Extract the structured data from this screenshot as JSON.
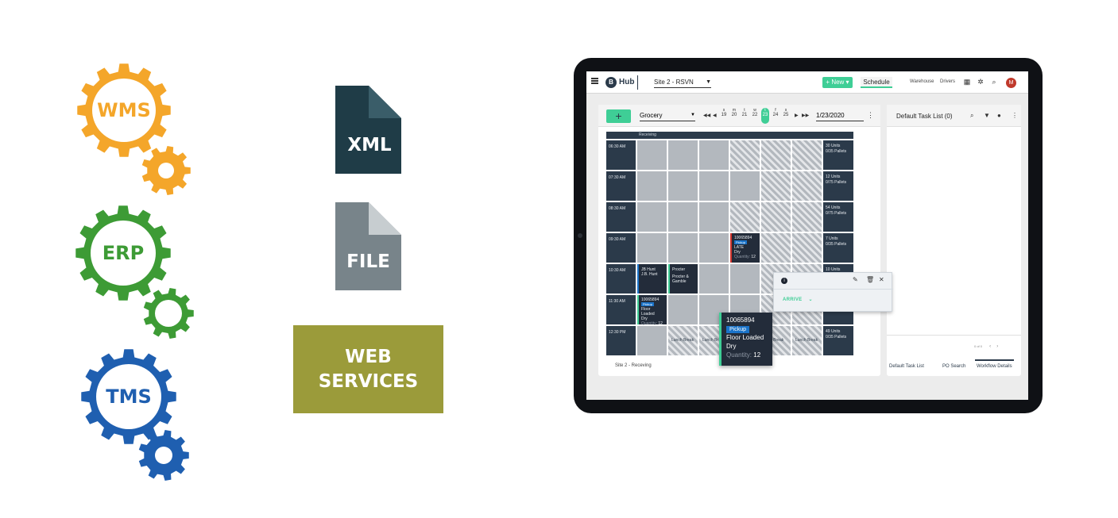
{
  "integrations": {
    "gears": [
      {
        "label": "WMS",
        "color": "#f4a62a"
      },
      {
        "label": "ERP",
        "color": "#3d9b35"
      },
      {
        "label": "TMS",
        "color": "#1f5fb0"
      }
    ],
    "formats": {
      "xml": {
        "label": "XML",
        "color": "#1f3c47"
      },
      "file": {
        "label": "FILE",
        "color": "#78848a"
      },
      "web": {
        "line1": "WEB",
        "line2": "SERVICES",
        "color": "#9b9b3a"
      }
    }
  },
  "app": {
    "logo_letter": "B",
    "logo_name": "Hub",
    "site": "Site 2 - RSVN",
    "new_label": "+ New ▾",
    "schedule_tab": "Schedule",
    "nav": {
      "warehouse": "Warehouse",
      "drivers": "Drivers"
    },
    "avatar_initial": "M"
  },
  "schedule": {
    "category": "Grocery",
    "days": [
      {
        "dow": "s",
        "num": "19"
      },
      {
        "dow": "m",
        "num": "20"
      },
      {
        "dow": "t",
        "num": "21"
      },
      {
        "dow": "w",
        "num": "22"
      },
      {
        "dow": "t",
        "num": "23"
      },
      {
        "dow": "f",
        "num": "24"
      },
      {
        "dow": "s",
        "num": "25"
      }
    ],
    "date": "1/23/2020",
    "door_header": "Receiving",
    "times": [
      "06:30 AM",
      "07:30 AM",
      "08:30 AM",
      "09:30 AM",
      "10:30 AM",
      "11:30 AM",
      "12:30 PM"
    ],
    "totals": [
      {
        "units": "30 Units",
        "pallets": "0/35 Pallets"
      },
      {
        "units": "12 Units",
        "pallets": "0/75 Pallets"
      },
      {
        "units": "54 Units",
        "pallets": "0/75 Pallets"
      },
      {
        "units": "7 Units",
        "pallets": "0/35 Pallets"
      },
      {
        "units": "10 Units",
        "pallets": ""
      },
      {
        "units": "",
        "pallets": ""
      },
      {
        "units": "49 Units",
        "pallets": "0/35 Pallets"
      }
    ],
    "appointments": {
      "late": {
        "id": "10065894",
        "badge": "Pickup",
        "status": "LATE",
        "type": "Dry",
        "qty_label": "Quantity:",
        "qty": "12"
      },
      "jbhunt": {
        "line1": "JB Hunt",
        "line2": "J.B. Hunt"
      },
      "procter": {
        "line1": "Procter",
        "line2": "Procter &",
        "line3": "Gamble"
      },
      "small": {
        "id": "10065894",
        "badge": "Pickup",
        "line": "Floor Loaded",
        "type": "Dry",
        "qty_label": "Quantity:",
        "qty": "12"
      }
    },
    "lunch_labels": [
      "Lunch Break",
      "Lunch Br",
      "h Break",
      "Lunch Break"
    ],
    "footer": "Site 2 - Receving"
  },
  "tooltip": {
    "id": "10065894",
    "badge": "Pickup",
    "line": "Floor Loaded",
    "type": "Dry",
    "qty_label": "Quantity:",
    "qty": "12"
  },
  "popover": {
    "action": "ARRIVE"
  },
  "tasks": {
    "title": "Default Task List (0)",
    "pager": "0 of 0",
    "tabs": [
      "Default Task List",
      "PO Search",
      "Workflow Details"
    ]
  }
}
